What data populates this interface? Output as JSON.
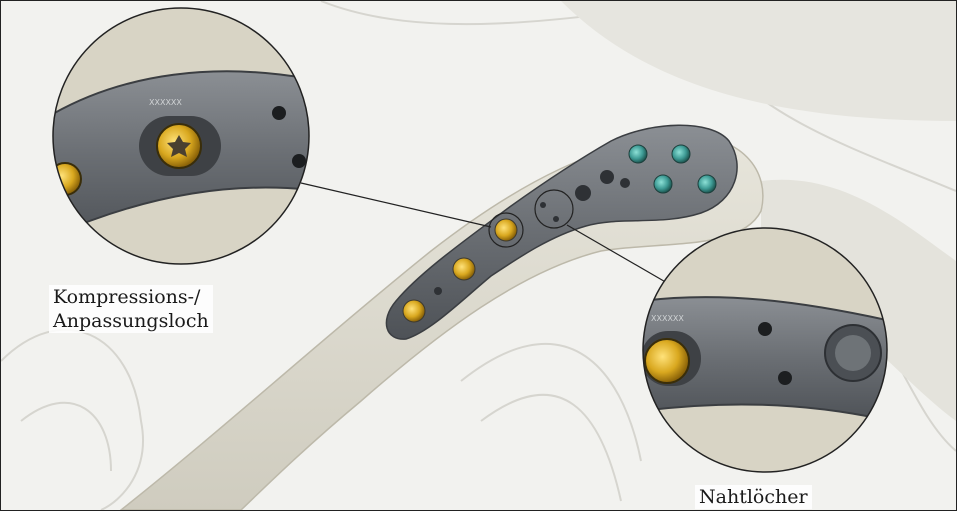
{
  "callouts": {
    "compression_hole": {
      "line1": "Kompressions-/",
      "line2": "Anpassungsloch"
    },
    "suture_holes": {
      "label": "Nahtlöcher"
    }
  },
  "plate_marking": "XXXXXX",
  "colors": {
    "bone": "#dcd9cd",
    "plate": "#6d7176",
    "screw_gold": "#d9a81f",
    "screw_teal": "#3f9c96",
    "background": "#f2f2ef"
  }
}
